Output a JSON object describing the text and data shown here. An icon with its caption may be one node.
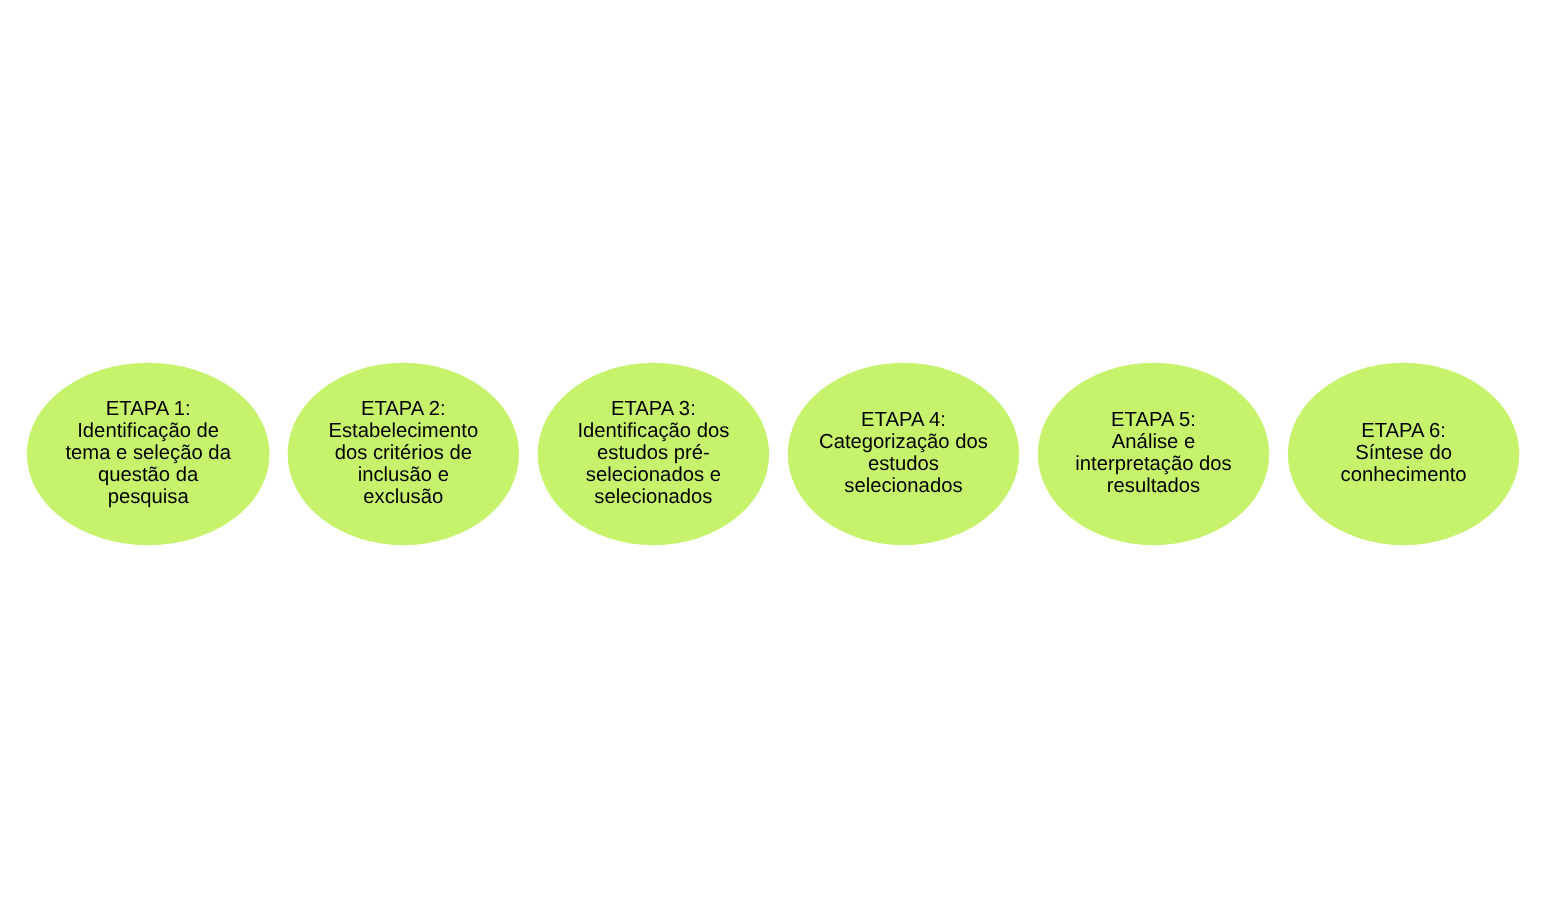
{
  "diagram": {
    "nodes": [
      {
        "text": [
          "ETAPA 1:",
          "Identificação de tema e seleção da questão da pesquisa"
        ]
      },
      {
        "text": [
          "ETAPA 2:",
          "Estabelecimento dos critérios de inclusão e exclusão"
        ]
      },
      {
        "text": [
          "ETAPA 3:",
          "Identificação dos estudos pré-selecionados e selecionados"
        ]
      },
      {
        "text": [
          "ETAPA 4:",
          "Categorização dos estudos selecionados"
        ]
      },
      {
        "text": [
          "ETAPA 5:",
          "Análise e interpretação dos resultados"
        ]
      },
      {
        "text": [
          "ETAPA 6:",
          "Síntese do conhecimento"
        ]
      }
    ]
  }
}
